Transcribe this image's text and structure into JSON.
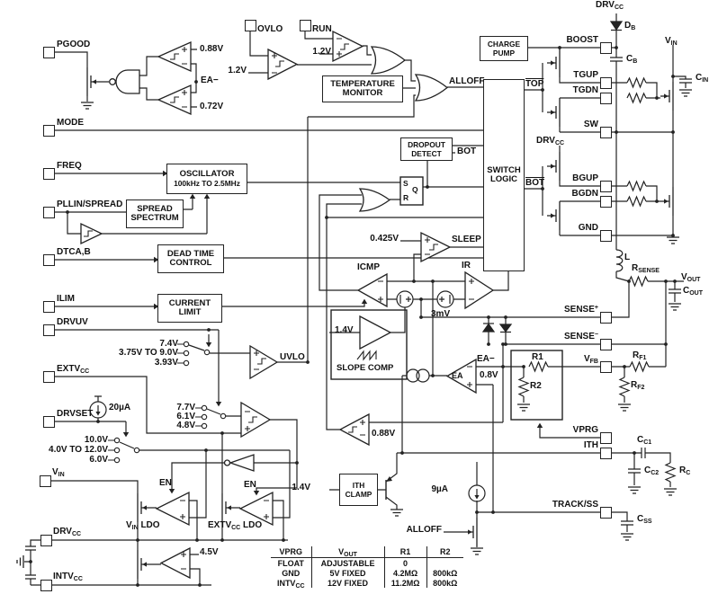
{
  "d": {
    "pins": {
      "pgood": "PGOOD",
      "mode": "MODE",
      "freq": "FREQ",
      "pllin_spread": "PLLIN/SPREAD",
      "dtcab": "DTCA,B",
      "ilim": "ILIM",
      "drvuv": "DRVUV",
      "extvcc": {
        "main": "EXTV",
        "sub": "CC"
      },
      "drvset": "DRVSET",
      "vin": {
        "main": "V",
        "sub": "IN"
      },
      "drvcc": {
        "main": "DRV",
        "sub": "CC"
      },
      "intvcc": {
        "main": "INTV",
        "sub": "CC"
      },
      "ovlo": "OVLO",
      "run": "RUN",
      "boost": "BOOST",
      "tgup": "TGUP",
      "tgdn": "TGDN",
      "sw": "SW",
      "bgup": "BGUP",
      "bgdn": "BGDN",
      "gnd": "GND",
      "sense_plus": {
        "main": "SENSE",
        "sup": "+"
      },
      "sense_minus": {
        "main": "SENSE",
        "sup": "−"
      },
      "vfb": {
        "main": "V",
        "sub": "FB"
      },
      "vprg": "VPRG",
      "ith": "ITH",
      "track_ss": "TRACK/SS"
    },
    "rails": {
      "drvcc_top": {
        "main": "DRV",
        "sub": "CC"
      },
      "vin_right": {
        "main": "V",
        "sub": "IN"
      },
      "drvcc_driver": {
        "main": "DRV",
        "sub": "CC"
      }
    },
    "blocks": {
      "charge_pump": "CHARGE PUMP",
      "temperature_monitor": "TEMPERATURE MONITOR",
      "oscillator": "OSCILLATOR",
      "oscillator_range": "100kHz TO 2.5MHz",
      "spread_spectrum": "SPREAD SPECTRUM",
      "dead_time_control": "DEAD TIME CONTROL",
      "current_limit": "CURRENT LIMIT",
      "dropout_detect": "DROPOUT DETECT",
      "switch_logic": "SWITCH LOGIC",
      "slope_comp": "SLOPE COMP",
      "ith_clamp": "ITH CLAMP",
      "vin_ldo": {
        "main": "V",
        "sub": "IN",
        "rest": " LDO"
      },
      "extvcc_ldo": {
        "main": "EXTV",
        "sub": "CC",
        "rest": " LDO"
      }
    },
    "signals": {
      "alloff_top": "ALLOFF",
      "alloff_bottom": "ALLOFF",
      "top_bar": "TOP",
      "bot_bar": "BOT",
      "bot_dropout": "BOT",
      "sleep": "SLEEP",
      "uvlo": "UVLO",
      "icmp": "ICMP",
      "ir": "IR",
      "ea": "EA",
      "ea_minus": "EA−",
      "ea_minus_pgood": "EA−",
      "latch_s": "S",
      "latch_q": "Q",
      "latch_r": "R",
      "en_vin": "EN",
      "en_extvcc": "EN"
    },
    "values": {
      "v088_pgood": "0.88V",
      "v072_pgood": "0.72V",
      "v12_ovlo": "1.2V",
      "v12_run": "1.2V",
      "v0425": "0.425V",
      "mv3": "3mV",
      "v14_slope": "1.4V",
      "v08": "0.8V",
      "v088_fb": "0.88V",
      "drvuv_opt1": "7.4V",
      "drvuv_opt2": "3.75V TO 9.0V",
      "drvuv_opt3": "3.93V",
      "extvcc_opt1": "7.7V",
      "extvcc_opt2": "6.1V",
      "extvcc_opt3": "4.8V",
      "drvset_opt1": "10.0V",
      "drvset_opt2": "4.0V TO 12.0V",
      "drvset_opt3": "6.0V",
      "i_20ua": "20µA",
      "i_9ua": "9µA",
      "v45": "4.5V",
      "v14_ith": "1.4V"
    },
    "components": {
      "db": {
        "main": "D",
        "sub": "B"
      },
      "cb": {
        "main": "C",
        "sub": "B"
      },
      "cin": {
        "main": "C",
        "sub": "IN"
      },
      "l": "L",
      "rsense": {
        "main": "R",
        "sub": "SENSE"
      },
      "vout": {
        "main": "V",
        "sub": "OUT"
      },
      "cout": {
        "main": "C",
        "sub": "OUT"
      },
      "r1": "R1",
      "r2": "R2",
      "rf1": {
        "main": "R",
        "sub": "F1"
      },
      "rf2": {
        "main": "R",
        "sub": "F2"
      },
      "cc1": {
        "main": "C",
        "sub": "C1"
      },
      "cc2": {
        "main": "C",
        "sub": "C2"
      },
      "rc": {
        "main": "R",
        "sub": "C"
      },
      "css": {
        "main": "C",
        "sub": "SS"
      }
    },
    "table": {
      "h_vprg": "VPRG",
      "h_vout_main": "V",
      "h_vout_sub": "OUT",
      "h_r1": "R1",
      "h_r2": "R2",
      "r1_vprg": "FLOAT",
      "r1_vout": "ADJUSTABLE",
      "r1_r1": "0",
      "r1_r2": "",
      "r2_vprg": "GND",
      "r2_vout": "5V FIXED",
      "r2_r1": "4.2MΩ",
      "r2_r2": "800kΩ",
      "r3_vprg_main": "INTV",
      "r3_vprg_sub": "CC",
      "r3_vout": "12V FIXED",
      "r3_r1": "11.2MΩ",
      "r3_r2": "800kΩ"
    }
  }
}
